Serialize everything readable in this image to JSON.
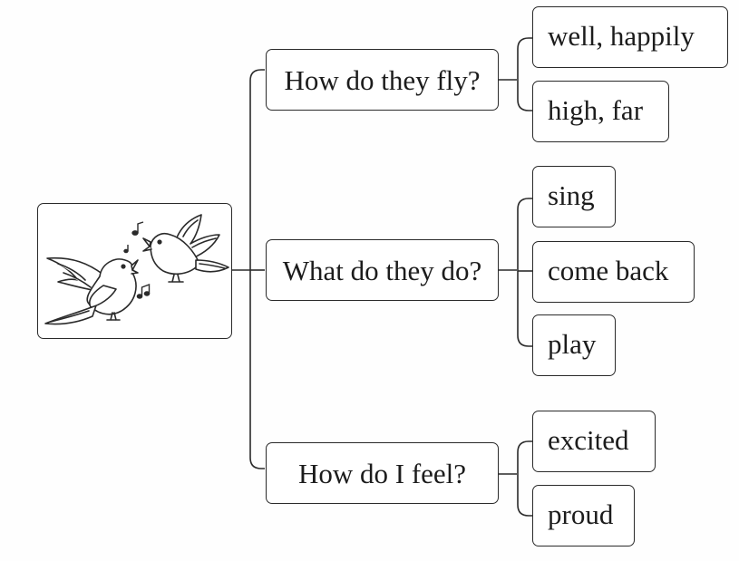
{
  "image": {
    "icon": "singing-birds-icon"
  },
  "questions": [
    {
      "text": "How do they fly?",
      "answers": [
        "well, happily",
        "high, far"
      ]
    },
    {
      "text": "What do they do?",
      "answers": [
        "sing",
        "come back",
        "play"
      ]
    },
    {
      "text": "How do I feel?",
      "answers": [
        "excited",
        "proud"
      ]
    }
  ]
}
